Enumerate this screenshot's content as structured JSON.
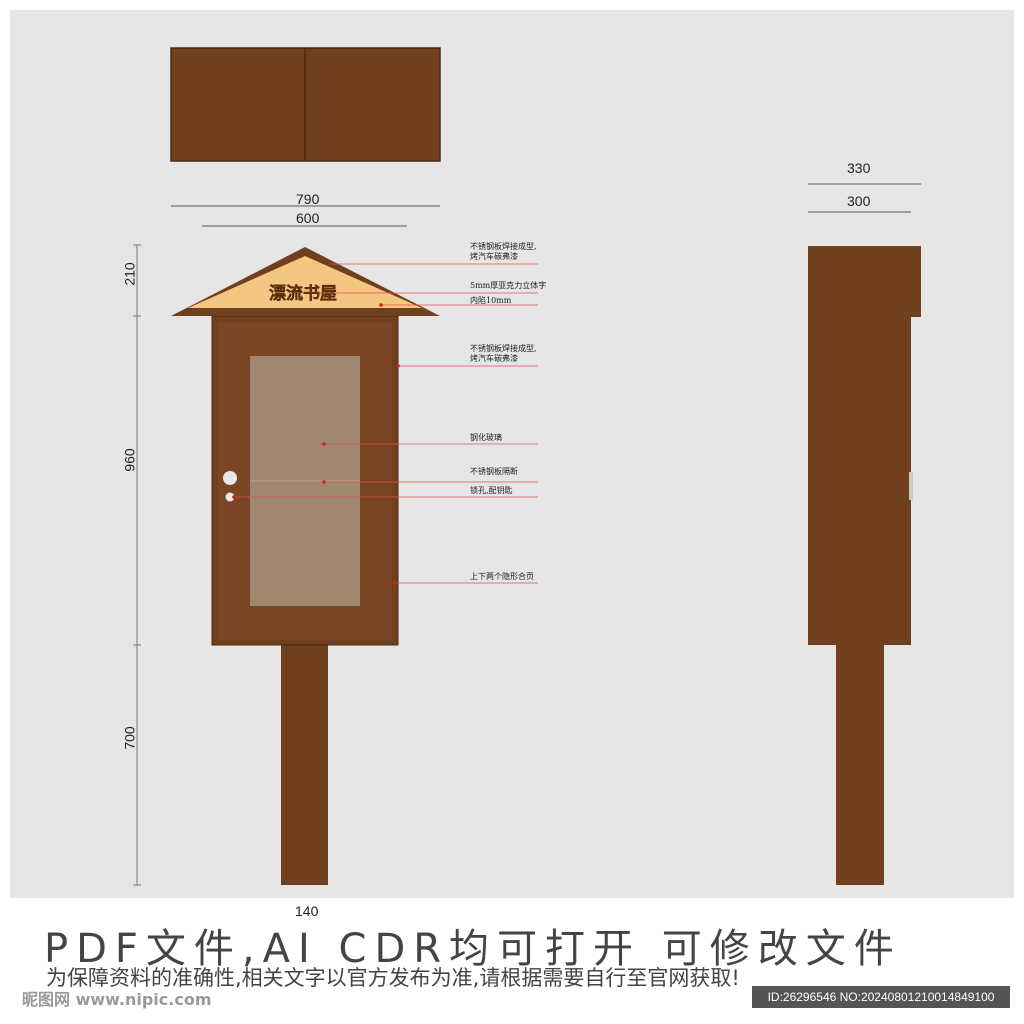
{
  "dimensions": {
    "top_width_outer": "790",
    "top_width_inner": "600",
    "side_width_outer": "330",
    "side_width_inner": "300",
    "roof_height": "210",
    "cabinet_height": "960",
    "post_height": "700",
    "post_width": "140"
  },
  "sign_text": "漂流书屋",
  "annotations": [
    {
      "line1": "不锈钢板焊接成型,",
      "line2": "烤汽车碳弗漆"
    },
    {
      "line1": "5mm厚亚克力立体字",
      "line2": ""
    },
    {
      "line1": "内陷10mm",
      "line2": ""
    },
    {
      "line1": "不锈钢板焊接成型,",
      "line2": "烤汽车碳弗漆"
    },
    {
      "line1": "钢化玻璃",
      "line2": ""
    },
    {
      "line1": "不锈钢板隔断",
      "line2": ""
    },
    {
      "line1": "锁孔,配钥匙",
      "line2": ""
    },
    {
      "line1": "上下两个隐形合页",
      "line2": ""
    }
  ],
  "footer": {
    "headline": "PDF文件,AI  CDR均可打开  可修改文件",
    "subline": "为保障资料的准确性,相关文字以官方发布为准,请根据需要自行至官网获取!",
    "watermark_left": "昵图网 www.nipic.com",
    "watermark_id": "ID:26296546 NO:20240801210014849100"
  },
  "colors": {
    "background": "#e6e6e6",
    "wood": "#6f3f1e",
    "wood_dark": "#5e3316",
    "panel": "#7a4524",
    "glass": "#a08870",
    "roof_fill": "#f2c781",
    "sign_text": "#8a4a1c",
    "leader": "#e03030"
  }
}
